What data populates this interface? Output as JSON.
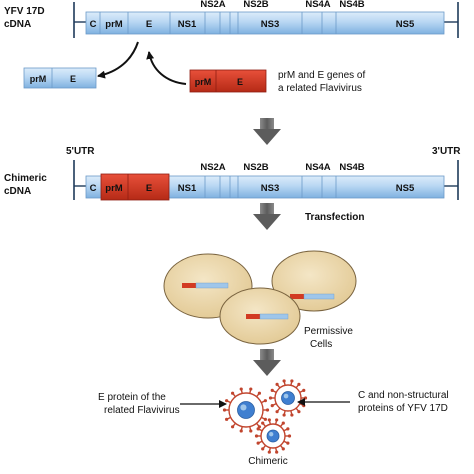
{
  "colors": {
    "blue_segment": "#9fc6ea",
    "blue_segment_light": "#dcecfa",
    "red_segment": "#d23a22",
    "dark_red": "#8f1d12",
    "cell_fill": "#ecd9b0",
    "cell_stroke": "#7a6440",
    "virus_core": "#3f7fd0",
    "virus_spike": "#c1452e",
    "arrow_gray": "#6a6a6a"
  },
  "genome1": {
    "label_line1": "YFV 17D",
    "label_line2": "cDNA",
    "segments": {
      "c": "C",
      "prm": "prM",
      "e": "E",
      "ns1": "NS1",
      "ns3": "NS3",
      "ns5": "NS5"
    },
    "top_labels": {
      "ns2a": "NS2A",
      "ns2b": "NS2B",
      "ns4a": "NS4A",
      "ns4b": "NS4B"
    }
  },
  "small_blue_construct": {
    "prm": "prM",
    "e": "E"
  },
  "small_red_construct": {
    "prm": "prM",
    "e": "E"
  },
  "related_genes_note": {
    "line1": "prM and E genes of",
    "line2": "a related Flavivirus"
  },
  "genome2": {
    "label_line1": "Chimeric",
    "label_line2": "cDNA",
    "utr5": "5'UTR",
    "utr3": "3'UTR",
    "segments": {
      "c": "C",
      "prm": "prM",
      "e": "E",
      "ns1": "NS1",
      "ns3": "NS3",
      "ns5": "NS5"
    },
    "top_labels": {
      "ns2a": "NS2A",
      "ns2b": "NS2B",
      "ns4a": "NS4A",
      "ns4b": "NS4B"
    }
  },
  "step_transfection": "Transfection",
  "permissive_cells": {
    "line1": "Permissive",
    "line2": "Cells"
  },
  "e_protein_note": {
    "line1": "E protein of the",
    "line2": "related Flavivirus"
  },
  "c_ns_note": {
    "line1": "C and non-structural",
    "line2": "proteins of YFV 17D"
  },
  "chimeric_label": "Chimeric"
}
